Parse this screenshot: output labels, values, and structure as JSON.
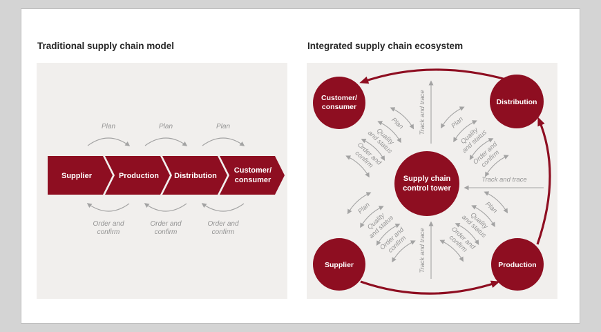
{
  "colors": {
    "brand_maroon": "#8e0e21",
    "panel_background": "#f1efed",
    "label_gray": "#949494",
    "card_background": "#ffffff",
    "page_background": "#d4d4d4"
  },
  "left": {
    "title": "Traditional supply chain model",
    "nodes": [
      "Supplier",
      "Production",
      "Distribution"
    ],
    "customer_line1": "Customer/",
    "customer_line2": "consumer",
    "plan_label": "Plan",
    "order_line1": "Order and",
    "order_line2": "confirm"
  },
  "right": {
    "title": "Integrated supply chain ecosystem",
    "center_line1": "Supply chain",
    "center_line2": "control tower",
    "customer_line1": "Customer/",
    "customer_line2": "consumer",
    "distribution": "Distribution",
    "supplier": "Supplier",
    "production": "Production",
    "track_label": "Track and trace",
    "link_labels": {
      "plan": "Plan",
      "quality_line1": "Quality",
      "quality_line2": "and status",
      "order_line1": "Order and",
      "order_line2": "confirm"
    }
  }
}
